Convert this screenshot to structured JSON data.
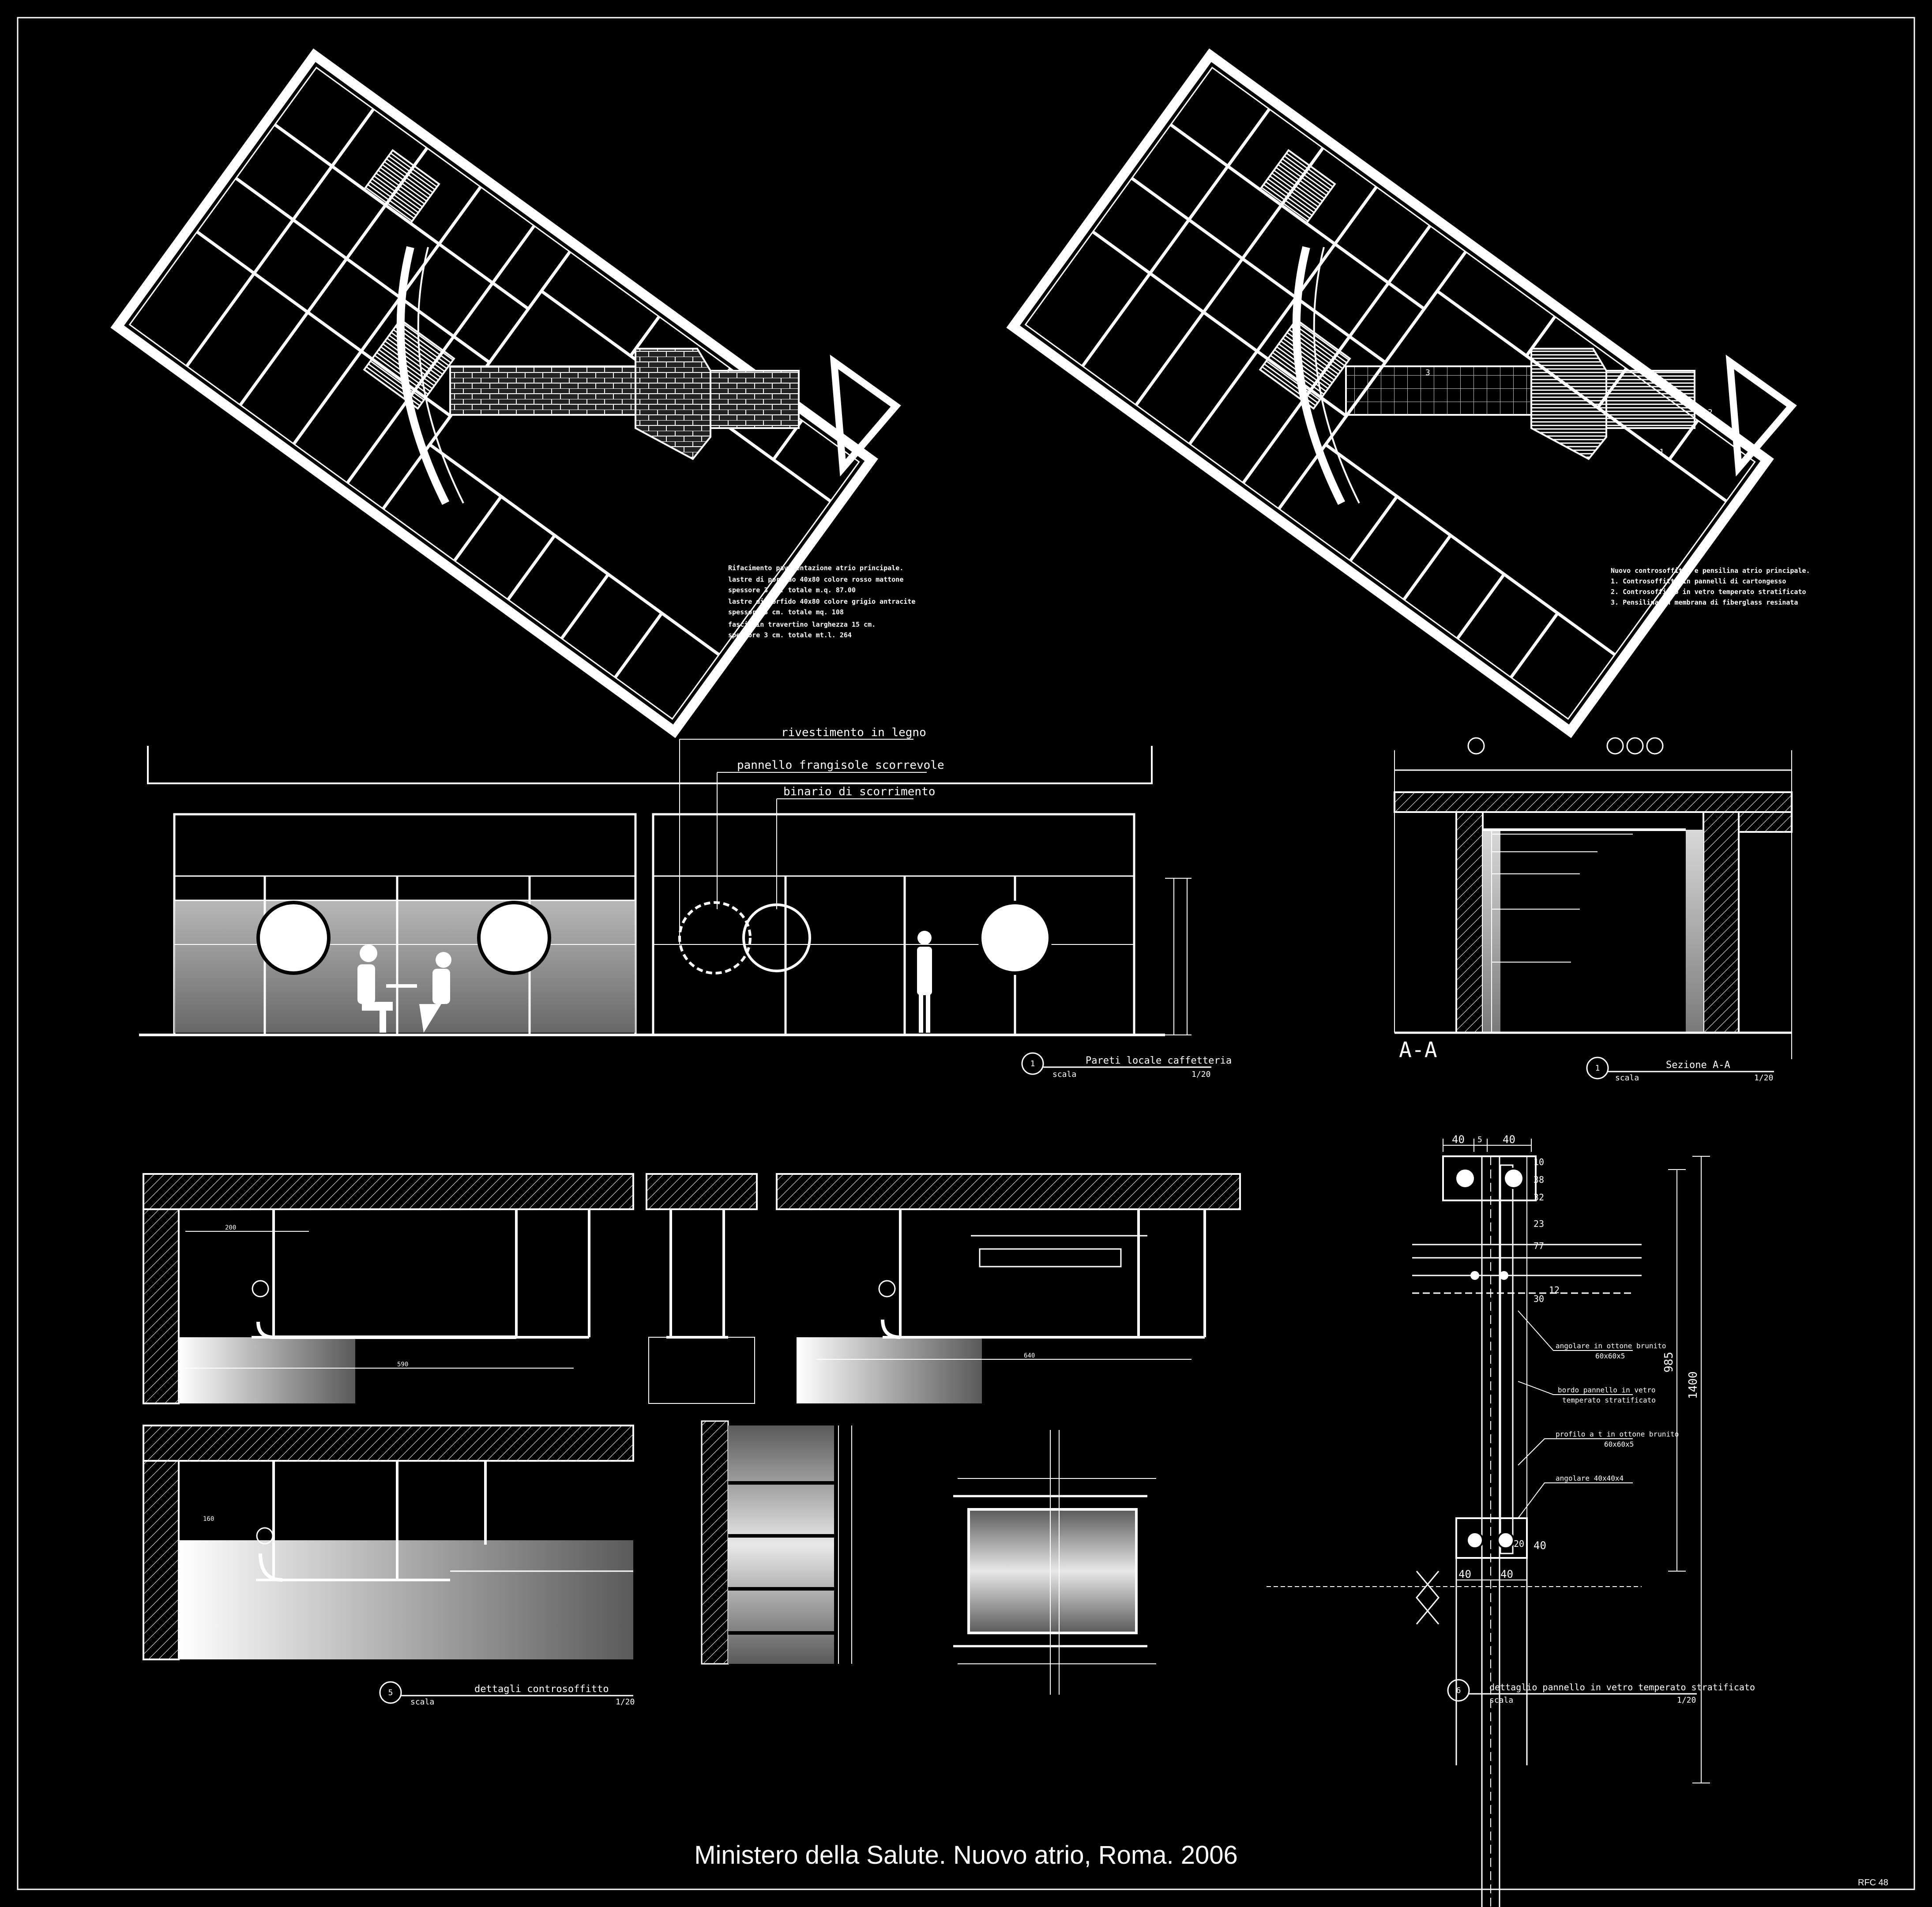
{
  "sheet": {
    "title": "Ministero della Salute. Nuovo atrio, Roma. 2006",
    "code": "RFC 48"
  },
  "plan_left": {
    "notes": [
      "Rifacimento pavimentazione atrio principale.",
      "lastre di porfido 40x80 colore rosso mattone",
      "spessore 3 cm. totale m.q. 87.00",
      "lastre di porfido 40x80 colore grigio antracite",
      "spessore 3 cm. totale mq. 108",
      "fascia in travertino larghezza 15 cm.",
      "spessore 3 cm. totale mt.l. 264"
    ]
  },
  "plan_right": {
    "notes": [
      "Nuovo controsoffitto e pensilina atrio principale.",
      "1. Controsoffitto in pannelli di cartongesso",
      "2. Controsoffitto in vetro temperato stratificato",
      "3. Pensilina in membrana di fiberglass resinata"
    ],
    "markers": [
      "3",
      "2",
      "1"
    ]
  },
  "elevation": {
    "callouts": [
      "rivestimento in  legno",
      "pannello frangisole scorrevole",
      "binario di scorrimento"
    ],
    "number": "1",
    "title": "Pareti locale caffetteria",
    "scale_label": "scala",
    "scale": "1/20"
  },
  "section": {
    "label": "A-A",
    "number": "1",
    "title": "Sezione A-A",
    "scale_label": "scala",
    "scale": "1/20"
  },
  "ceiling_details": {
    "number": "5",
    "title": "dettagli controsoffitto",
    "scale_label": "scala",
    "scale": "1/20",
    "dims": [
      "200",
      "160",
      "590",
      "640"
    ]
  },
  "glass_detail": {
    "number": "6",
    "title": "dettaglio pannello in vetro temperato stratificato",
    "scale_label": "scala",
    "scale": "1/20",
    "dims_top": [
      "40",
      "5",
      "40"
    ],
    "dims_bottom": [
      "40",
      "40"
    ],
    "dims_side": [
      "10",
      "38",
      "32",
      "23",
      "77",
      "30",
      "12",
      "20",
      "40"
    ],
    "dims_total": [
      "985",
      "1400"
    ],
    "callouts": [
      "angolare in ottone brunito",
      "60x60x5",
      "bordo pannello in vetro",
      "temperato stratificato",
      "profilo a t in ottone brunito",
      "60x60x5",
      "angolare 40x40x4"
    ]
  }
}
